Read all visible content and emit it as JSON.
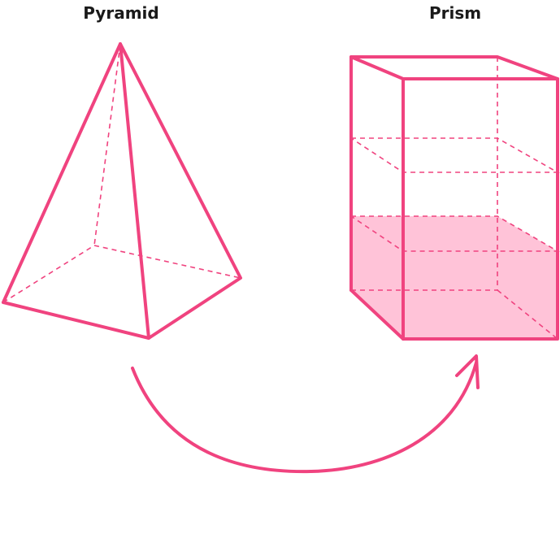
{
  "labels": {
    "pyramid": "Pyramid",
    "prism": "Prism"
  },
  "colors": {
    "accent": "#f0437f",
    "fill": "#ffc3d8",
    "text": "#1a1a1a"
  },
  "fill_level": 0.33
}
